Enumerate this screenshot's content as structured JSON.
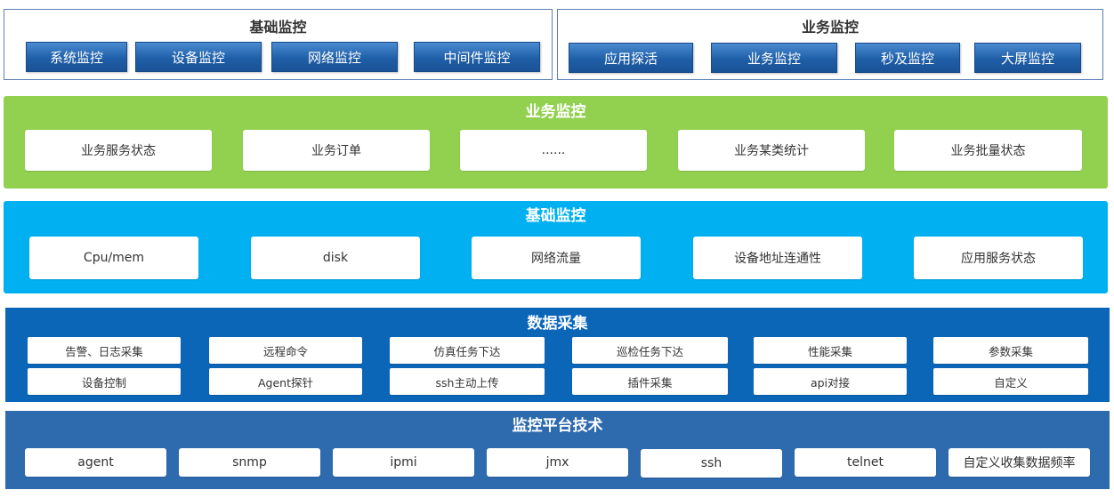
{
  "top_left": {
    "title": "基础监控",
    "buttons": [
      "系统监控",
      "设备监控",
      "网络监控",
      "中间件监控"
    ]
  },
  "top_right": {
    "title": "业务监控",
    "buttons": [
      "应用探活",
      "业务监控",
      "秒及监控",
      "大屏监控"
    ]
  },
  "business_layer": {
    "title": "业务监控",
    "items": [
      "业务服务状态",
      "业务订单",
      "......",
      "业务某类统计",
      "业务批量状态"
    ]
  },
  "base_layer": {
    "title": "基础监控",
    "items": [
      "Cpu/mem",
      "disk",
      "网络流量",
      "设备地址连通性",
      "应用服务状态"
    ]
  },
  "collect_layer": {
    "title": "数据采集",
    "row1": [
      "告警、日志采集",
      "远程命令",
      "仿真任务下达",
      "巡检任务下达",
      "性能采集",
      "参数采集"
    ],
    "row2": [
      "设备控制",
      "Agent探针",
      "ssh主动上传",
      "插件采集",
      "api对接",
      "自定义"
    ]
  },
  "platform_layer": {
    "title": "监控平台技术",
    "items": [
      "agent",
      "snmp",
      "ipmi",
      "jmx",
      "ssh",
      "telnet",
      "自定义收集数据频率"
    ]
  },
  "colors": {
    "business_band": "#92d050",
    "base_band": "#00b0f0",
    "collect_band": "#0b66b8",
    "platform_band": "#2e6aae",
    "top_button": "#1f5fa8"
  }
}
